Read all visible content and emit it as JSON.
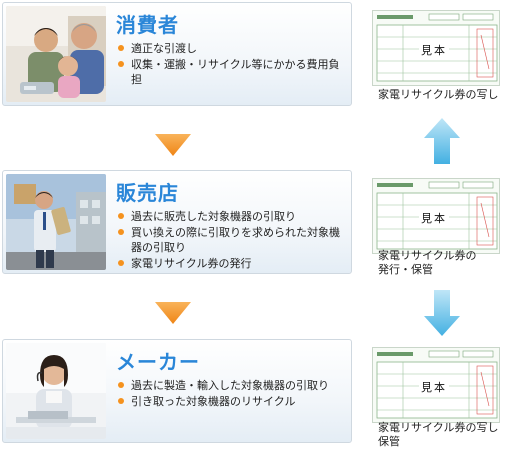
{
  "steps": [
    {
      "title": "消費者",
      "bullets": [
        "適正な引渡し",
        "収集・運搬・リサイクル等にかかる費用負担"
      ]
    },
    {
      "title": "販売店",
      "bullets": [
        "過去に販売した対象機器の引取り",
        "買い換えの際に引取りを求められた対象機器の引取り",
        "家電リサイクル券の発行"
      ]
    },
    {
      "title": "メーカー",
      "bullets": [
        "過去に製造・輸入した対象機器の引取り",
        "引き取った対象機器のリサイクル"
      ]
    }
  ],
  "tickets": [
    {
      "stamp": "見本",
      "caption": "家電リサイクル券の写し"
    },
    {
      "stamp": "見本",
      "caption": "家電リサイクル券の\n発行・保管"
    },
    {
      "stamp": "見本",
      "caption": "家電リサイクル券の写し\n保管"
    }
  ],
  "colors": {
    "title": "#2a86d8",
    "bullet": "#f5921e",
    "arrow_down": "#f5921e",
    "arrow_side": "#5bbde6"
  }
}
